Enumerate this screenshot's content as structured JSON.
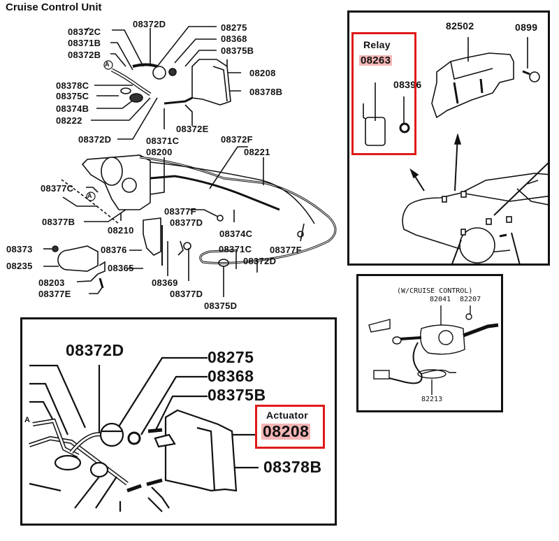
{
  "title": "Cruise Control Unit",
  "colors": {
    "highlight_box": "#e01919",
    "highlight_fill": "#f4b6b6",
    "ink": "#111111"
  },
  "main_diagram": {
    "labels": {
      "l08372D_top": "08372D",
      "l08372C": "08372C",
      "l08371B": "08371B",
      "l08372B": "08372B",
      "l08275": "08275",
      "l08368": "08368",
      "l08375B": "08375B",
      "l08208": "08208",
      "l08378C": "08378C",
      "l08375C": "08375C",
      "l08374B": "08374B",
      "l08222": "08222",
      "l08378B": "08378B",
      "l08372E": "08372E",
      "l08372D_mid": "08372D",
      "l08371C_top": "08371C",
      "l08200": "08200",
      "l08372F": "08372F",
      "l08221": "08221",
      "l08377C": "08377C",
      "l08377B": "08377B",
      "l08210": "08210",
      "l08377F_a": "08377F",
      "l08377D_a": "08377D",
      "l08374C": "08374C",
      "l08373": "08373",
      "l08376": "08376",
      "l08371C_low": "08371C",
      "l08377F_b": "08377F",
      "l08235": "08235",
      "l08365": "08365",
      "l08372D_low": "08372D",
      "l08203": "08203",
      "l08369": "08369",
      "l08377E": "08377E",
      "l08377D_b": "08377D",
      "l08375D": "08375D",
      "marker_A": "A"
    }
  },
  "relay_panel": {
    "relay_title": "Relay",
    "relay_part": "08263",
    "l08396": "08396",
    "l82502": "82502",
    "l0899": "0899"
  },
  "switch_panel": {
    "caption": "(W/CRUISE CONTROL)",
    "l82041": "82041",
    "l82207": "82207",
    "l82213": "82213"
  },
  "zoom_panel": {
    "l08372D": "08372D",
    "l08275": "08275",
    "l08368": "08368",
    "l08375B": "08375B",
    "actuator_title": "Actuator",
    "actuator_part": "08208",
    "l08378B": "08378B",
    "marker_A": "A"
  }
}
